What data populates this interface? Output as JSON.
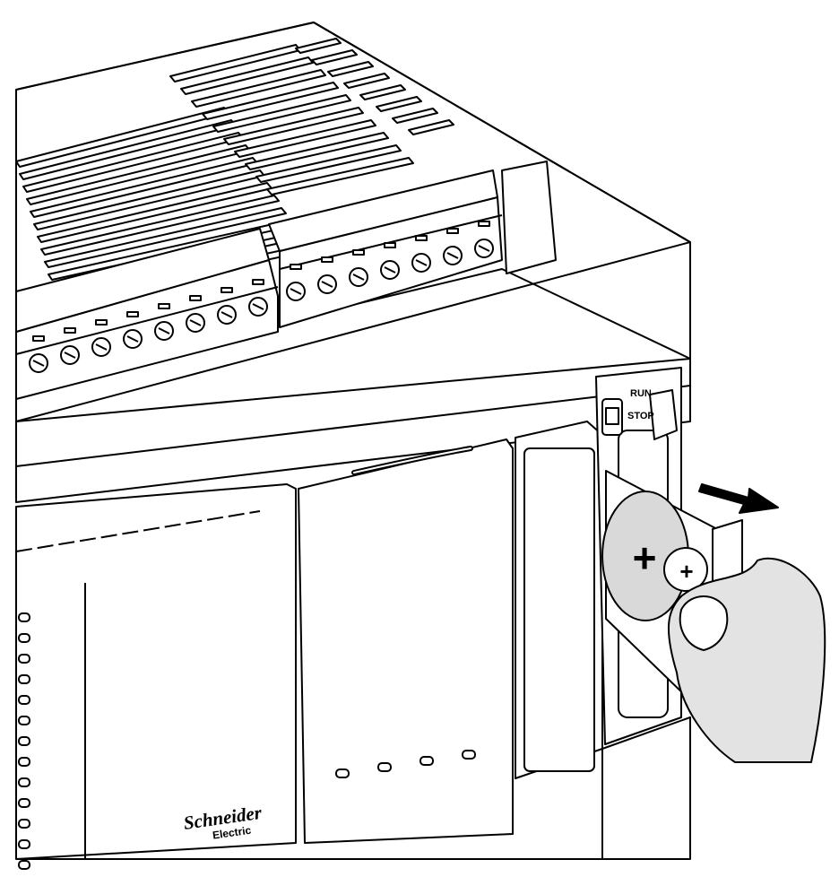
{
  "switch": {
    "run_label": "RUN",
    "stop_label": "STOP"
  },
  "brand": {
    "name_line1": "Schneider",
    "name_line2": "Electric"
  },
  "battery": {
    "polarity_symbol": "+"
  },
  "colors": {
    "outline": "#000000",
    "surface": "#ffffff",
    "battery_face": "#d9d9d9",
    "hand_skin": "#e3e3e3",
    "arrow": "#000000"
  },
  "counts": {
    "terminals_left": 8,
    "terminals_right": 7,
    "front_leds": 4
  }
}
